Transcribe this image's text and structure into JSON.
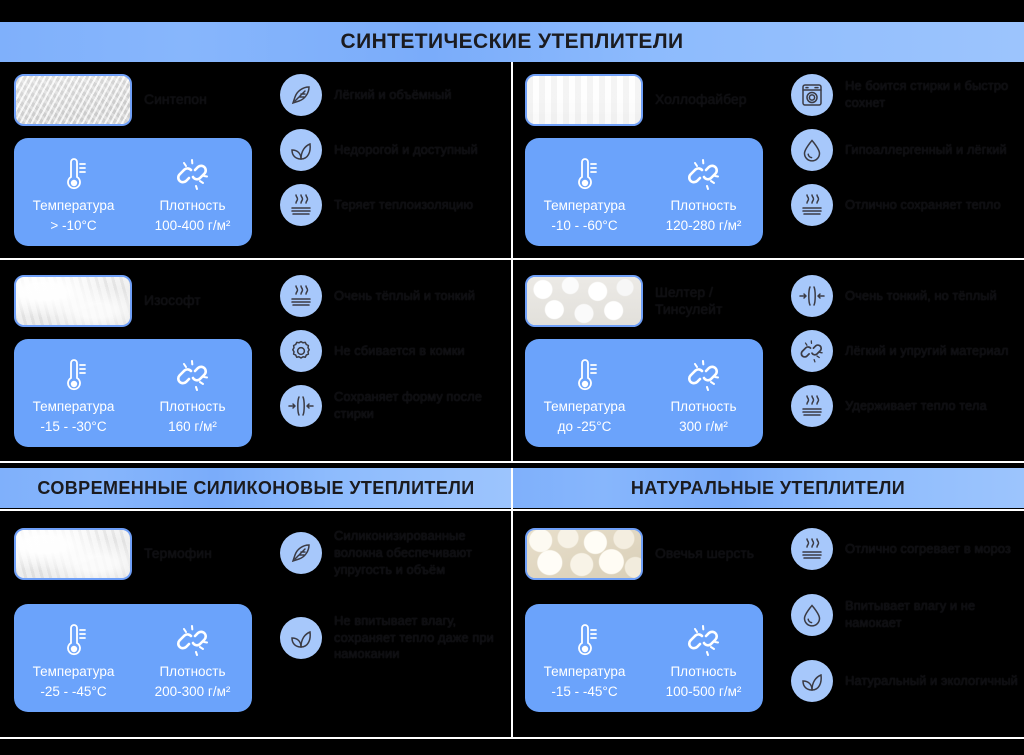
{
  "sections": [
    {
      "id": "synthetic",
      "title": "СИНТЕТИЧЕСКИЕ УТЕПЛИТЕЛИ"
    },
    {
      "id": "silicone",
      "title": "СОВРЕМЕННЫЕ СИЛИКОНОВЫЕ УТЕПЛИТЕЛИ"
    },
    {
      "id": "natural",
      "title": "НАТУРАЛЬНЫЕ УТЕПЛИТЕЛИ"
    }
  ],
  "stat_labels": {
    "temperature": "Температура",
    "density": "Плотность"
  },
  "colors": {
    "accent_blue": "#6ba3fb",
    "header_blue": "#87b6fc",
    "icon_circle": "#a7c8fb",
    "background": "#000000",
    "swatch_border": "#6f9ff7"
  },
  "cells": [
    {
      "name": "Синтепон",
      "swatch_style": "fiber",
      "swatch_icon": "material-swatch-synthepon",
      "temperature": "> -10°C",
      "density": "100-400 г/м²",
      "features": [
        {
          "icon": "feather-icon",
          "text": "Лёгкий и объёмный"
        },
        {
          "icon": "leaves-icon",
          "text": "Недорогой и доступный"
        },
        {
          "icon": "warmth-icon",
          "text": "Теряет теплоизоляцию"
        }
      ]
    },
    {
      "name": "Холлофайбер",
      "swatch_style": "flat",
      "swatch_icon": "material-swatch-hollowfiber",
      "temperature": "-10 - -60°C",
      "density": "120-280 г/м²",
      "features": [
        {
          "icon": "washing-machine-icon",
          "text": "Не боится стирки и быстро сохнет"
        },
        {
          "icon": "water-drop-icon",
          "text": "Гипоаллергенный и лёгкий"
        },
        {
          "icon": "warmth-icon",
          "text": "Отлично сохраняет тепло"
        }
      ]
    },
    {
      "name": "Изософт",
      "swatch_style": "soft",
      "swatch_icon": "material-swatch-isosoft",
      "temperature": "-15 - -30°C",
      "density": "160 г/м²",
      "features": [
        {
          "icon": "warmth-icon",
          "text": "Очень тёплый и тонкий"
        },
        {
          "icon": "gear-icon",
          "text": "Не сбивается в комки"
        },
        {
          "icon": "compression-icon",
          "text": "Сохраняет форму после стирки"
        }
      ]
    },
    {
      "name": "Шелтер / Тинсулейт",
      "swatch_style": "balls",
      "swatch_icon": "material-swatch-thinsulate",
      "temperature": "до -25°C",
      "density": "300 г/м²",
      "features": [
        {
          "icon": "compression-icon",
          "text": "Очень тонкий, но тёплый"
        },
        {
          "icon": "chain-icon",
          "text": "Лёгкий и упругий материал"
        },
        {
          "icon": "warmth-icon",
          "text": "Удерживает тепло тела"
        }
      ]
    },
    {
      "name": "Термофин",
      "swatch_style": "soft",
      "swatch_icon": "material-swatch-thermofin",
      "temperature": "-25 - -45°C",
      "density": "200-300 г/м²",
      "features": [
        {
          "icon": "feather-icon",
          "text": "Силиконизированные волокна обеспечивают упругость и объём"
        },
        {
          "icon": "leaves-icon",
          "text": "Не впитывает влагу, сохраняет тепло даже при намокании"
        }
      ]
    },
    {
      "name": "Овечья шерсть",
      "swatch_style": "wool",
      "swatch_icon": "material-swatch-wool",
      "temperature": "-15 - -45°C",
      "density": "100-500 г/м²",
      "features": [
        {
          "icon": "warmth-icon",
          "text": "Отлично согревает в мороз"
        },
        {
          "icon": "water-drop-icon",
          "text": "Впитывает влагу и не намокает"
        },
        {
          "icon": "leaves-icon",
          "text": "Натуральный и экологичный"
        }
      ]
    }
  ]
}
